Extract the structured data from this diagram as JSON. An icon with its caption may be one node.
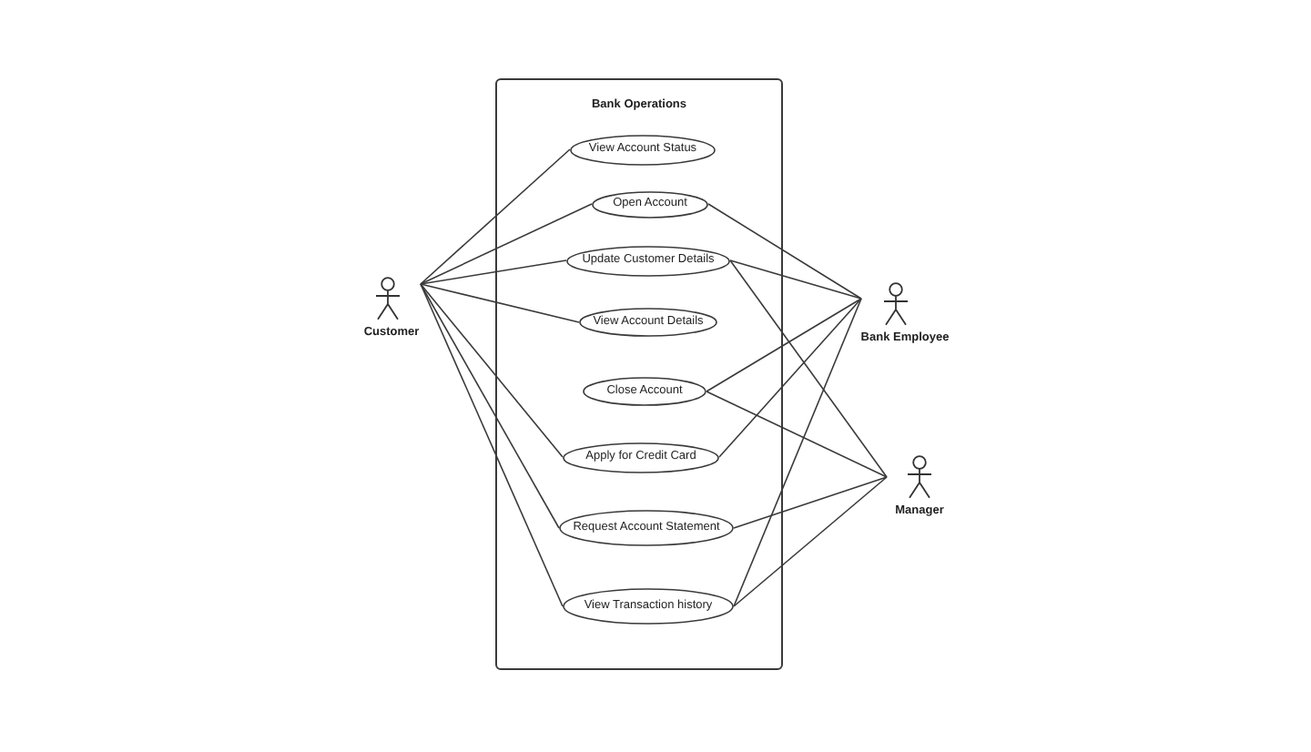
{
  "diagram": {
    "nodes": [
      {
        "text": [
          "Customer"
        ]
      },
      {
        "text": [
          "Bank Operations"
        ]
      },
      {
        "text": [
          "View Account Status"
        ],
        "in": 1
      },
      {
        "text": [
          "Open Account"
        ],
        "in": 1
      },
      {
        "text": [
          "Update Customer Details"
        ],
        "in": 1
      },
      {
        "text": [
          "View Account Details"
        ],
        "in": 1
      },
      {
        "text": [
          "Close Account"
        ],
        "in": 1
      },
      {
        "text": [
          "Apply for Credit Card"
        ],
        "in": 1
      },
      {
        "text": [
          "Request Account Statement"
        ],
        "in": 1
      },
      {
        "text": [
          "View Transaction history"
        ],
        "in": 1
      },
      {
        "text": [
          "Bank Employee"
        ]
      },
      {
        "text": [
          "Manager"
        ]
      }
    ],
    "edges": [
      {
        "from": 0,
        "to": 2,
        "arrow": "none"
      },
      {
        "from": 0,
        "to": 3,
        "arrow": "none"
      },
      {
        "from": 0,
        "to": 4,
        "arrow": "none"
      },
      {
        "from": 0,
        "to": 5,
        "arrow": "none"
      },
      {
        "from": 0,
        "to": 7,
        "arrow": "none"
      },
      {
        "from": 0,
        "to": 8,
        "arrow": "none"
      },
      {
        "from": 0,
        "to": 9,
        "arrow": "none"
      },
      {
        "from": 10,
        "to": 3,
        "arrow": "none"
      },
      {
        "from": 10,
        "to": 4,
        "arrow": "none"
      },
      {
        "from": 10,
        "to": 6,
        "arrow": "none"
      },
      {
        "from": 10,
        "to": 7,
        "arrow": "none"
      },
      {
        "from": 10,
        "to": 9,
        "arrow": "none"
      },
      {
        "from": 11,
        "to": 4,
        "arrow": "none"
      },
      {
        "from": 11,
        "to": 6,
        "arrow": "none"
      },
      {
        "from": 11,
        "to": 8,
        "arrow": "none"
      },
      {
        "from": 11,
        "to": 9,
        "arrow": "none"
      }
    ]
  }
}
